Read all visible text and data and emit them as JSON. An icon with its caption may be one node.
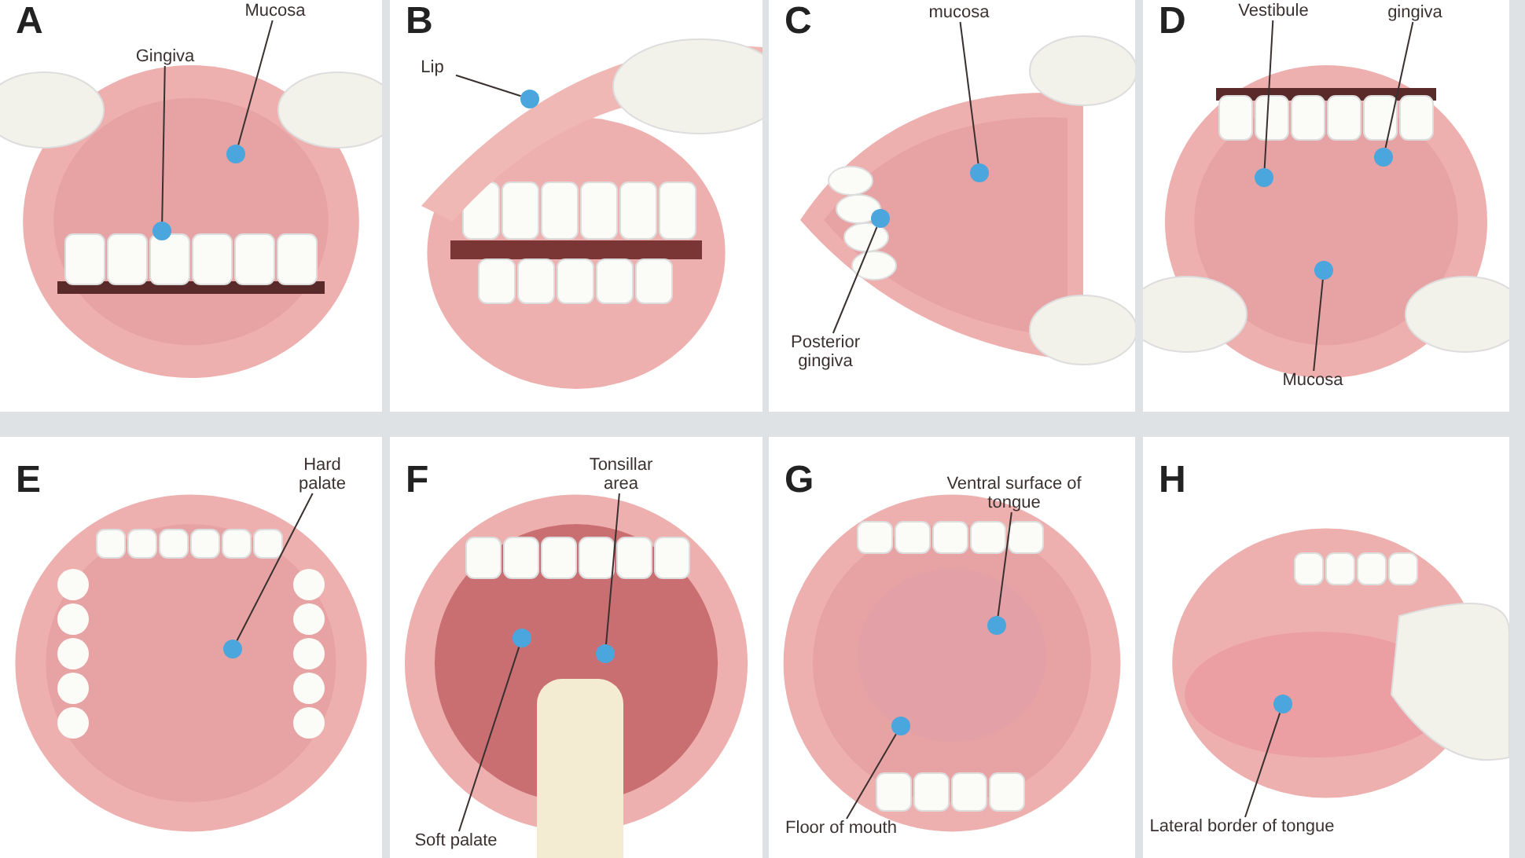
{
  "diagram": {
    "nodes": [
      {
        "text": [
          "A"
        ]
      },
      {
        "text": [
          "Mucosa"
        ],
        "in": 0
      },
      {
        "text": [
          "Gingiva"
        ],
        "in": 0
      },
      {
        "text": [],
        "shape": "circle",
        "in": 0
      },
      {
        "text": [],
        "shape": "circle",
        "in": 0
      },
      {
        "text": [
          "B"
        ]
      },
      {
        "text": [
          "Lip"
        ],
        "in": 5
      },
      {
        "text": [],
        "shape": "circle",
        "in": 5
      },
      {
        "text": [
          "C"
        ]
      },
      {
        "text": [
          "mucosa"
        ],
        "in": 8
      },
      {
        "text": [
          "Posterior gingiva"
        ],
        "in": 8
      },
      {
        "text": [],
        "shape": "circle",
        "in": 8
      },
      {
        "text": [],
        "shape": "circle",
        "in": 8
      },
      {
        "text": [
          "D"
        ]
      },
      {
        "text": [
          "Vestibule"
        ],
        "in": 13
      },
      {
        "text": [
          "gingiva"
        ],
        "in": 13
      },
      {
        "text": [
          "Mucosa"
        ],
        "in": 13
      },
      {
        "text": [],
        "shape": "circle",
        "in": 13
      },
      {
        "text": [],
        "shape": "circle",
        "in": 13
      },
      {
        "text": [],
        "shape": "circle",
        "in": 13
      },
      {
        "text": [
          "E"
        ]
      },
      {
        "text": [
          "Hard palate"
        ],
        "in": 20
      },
      {
        "text": [],
        "shape": "circle",
        "in": 20
      },
      {
        "text": [
          "F"
        ]
      },
      {
        "text": [
          "Tonsillar area"
        ],
        "in": 23
      },
      {
        "text": [
          "Soft palate"
        ],
        "in": 23
      },
      {
        "text": [],
        "shape": "circle",
        "in": 23
      },
      {
        "text": [],
        "shape": "circle",
        "in": 23
      },
      {
        "text": [
          "G"
        ]
      },
      {
        "text": [
          "Ventral surface of tongue"
        ],
        "in": 28
      },
      {
        "text": [
          "Floor of mouth"
        ],
        "in": 28
      },
      {
        "text": [],
        "shape": "circle",
        "in": 28
      },
      {
        "text": [],
        "shape": "circle",
        "in": 28
      },
      {
        "text": [
          "H"
        ]
      },
      {
        "text": [
          "Lateral border of tongue"
        ],
        "in": 33
      },
      {
        "text": [],
        "shape": "circle",
        "in": 33
      }
    ],
    "edges": [
      {
        "from": 1,
        "to": 3,
        "arrow": "none"
      },
      {
        "from": 2,
        "to": 4,
        "arrow": "none"
      },
      {
        "from": 6,
        "to": 7,
        "arrow": "none"
      },
      {
        "from": 9,
        "to": 11,
        "arrow": "none"
      },
      {
        "from": 10,
        "to": 12,
        "arrow": "none"
      },
      {
        "from": 14,
        "to": 17,
        "arrow": "none"
      },
      {
        "from": 15,
        "to": 18,
        "arrow": "none"
      },
      {
        "from": 16,
        "to": 19,
        "arrow": "none"
      },
      {
        "from": 21,
        "to": 22,
        "arrow": "none"
      },
      {
        "from": 24,
        "to": 26,
        "arrow": "none"
      },
      {
        "from": 25,
        "to": 27,
        "arrow": "none"
      },
      {
        "from": 29,
        "to": 31,
        "arrow": "none"
      },
      {
        "from": 30,
        "to": 32,
        "arrow": "none"
      },
      {
        "from": 34,
        "to": 35,
        "arrow": "none"
      }
    ]
  }
}
